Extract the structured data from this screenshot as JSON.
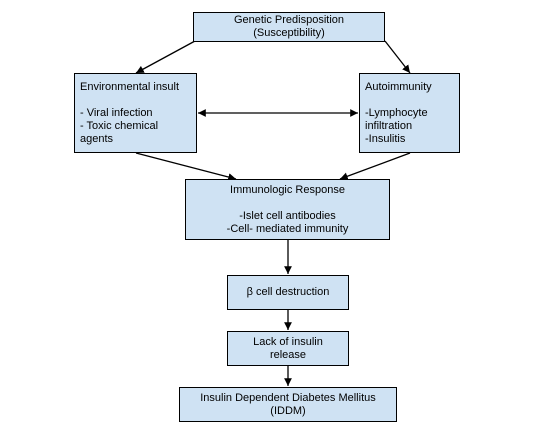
{
  "nodes": {
    "genetic": {
      "lines": [
        "Genetic Predisposition",
        "(Susceptibility)"
      ]
    },
    "environmental": {
      "lines": [
        "Environmental insult",
        "",
        "- Viral infection",
        "- Toxic chemical",
        "agents"
      ]
    },
    "autoimmunity": {
      "lines": [
        "Autoimmunity",
        "",
        "-Lymphocyte",
        "infiltration",
        "-Insulitis"
      ]
    },
    "immunologic": {
      "lines": [
        "Immunologic Response",
        "",
        "-Islet cell antibodies",
        "-Cell- mediated immunity"
      ]
    },
    "beta": {
      "lines": [
        "β cell destruction"
      ]
    },
    "lack": {
      "lines": [
        "Lack of insulin",
        "release"
      ]
    },
    "iddm": {
      "lines": [
        "Insulin Dependent Diabetes Mellitus",
        "(IDDM)"
      ]
    }
  },
  "colors": {
    "box_fill": "#cfe2f3",
    "stroke": "#000000"
  }
}
